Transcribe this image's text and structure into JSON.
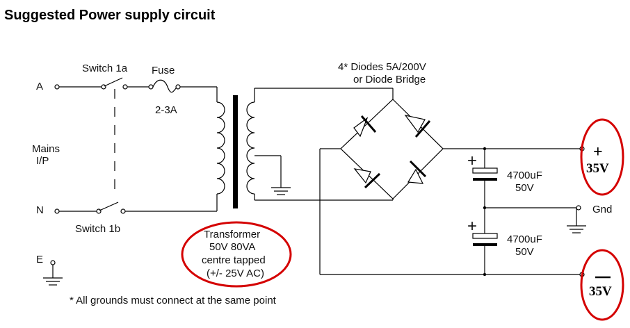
{
  "title": "Suggested Power supply circuit",
  "inputs": {
    "terminal_a": "A",
    "terminal_n": "N",
    "terminal_e": "E",
    "mains_line1": "Mains",
    "mains_line2": "I/P"
  },
  "switch_1a": "Switch 1a",
  "switch_1b": "Switch 1b",
  "fuse_label": "Fuse",
  "fuse_rating": "2-3A",
  "transformer": {
    "line1": "Transformer",
    "line2": "50V 80VA",
    "line3": "centre tapped",
    "line4": "(+/- 25V AC)"
  },
  "diodes": {
    "line1": "4* Diodes 5A/200V",
    "line2": "or Diode Bridge"
  },
  "capacitors": [
    {
      "value": "4700uF",
      "voltage": "50V",
      "polarity": "+"
    },
    {
      "value": "4700uF",
      "voltage": "50V",
      "polarity": "+"
    }
  ],
  "outputs": {
    "positive_sign": "+",
    "positive_voltage": "35V",
    "ground": "Gnd",
    "negative_voltage": "35V"
  },
  "footnote": "* All grounds must connect at the same point",
  "colors": {
    "wire": "#000000",
    "highlight_circle": "#d40000",
    "background": "#ffffff"
  }
}
